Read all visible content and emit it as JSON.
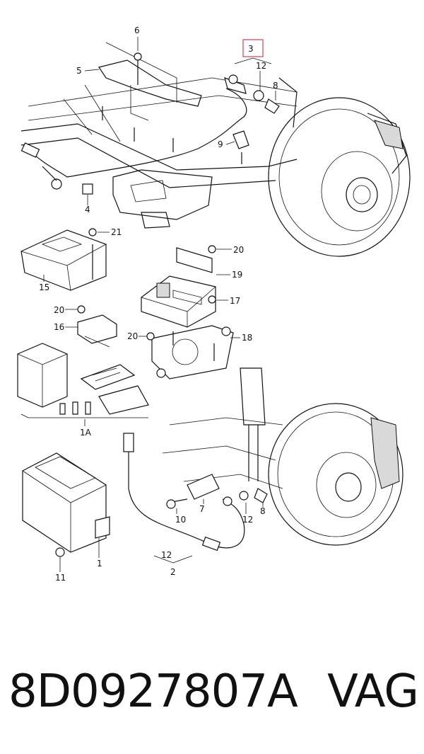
{
  "diagram": {
    "callouts": {
      "c3": "3",
      "c12a": "12",
      "c8a": "8",
      "c6": "6",
      "c5": "5",
      "c9": "9",
      "c4": "4",
      "c21": "21",
      "c15": "15",
      "c20a": "20",
      "c19": "19",
      "c17": "17",
      "c20b": "20",
      "c16": "16",
      "c20c": "20",
      "c18": "18",
      "c1A": "1A",
      "c7": "7",
      "c10": "10",
      "c12b": "12",
      "c8b": "8",
      "c12c": "12",
      "c2": "2",
      "c1": "1",
      "c11": "11"
    },
    "highlight_color": "#d46a7e"
  },
  "footer": {
    "part_number": "8D0927807A",
    "brand": "VAG"
  }
}
